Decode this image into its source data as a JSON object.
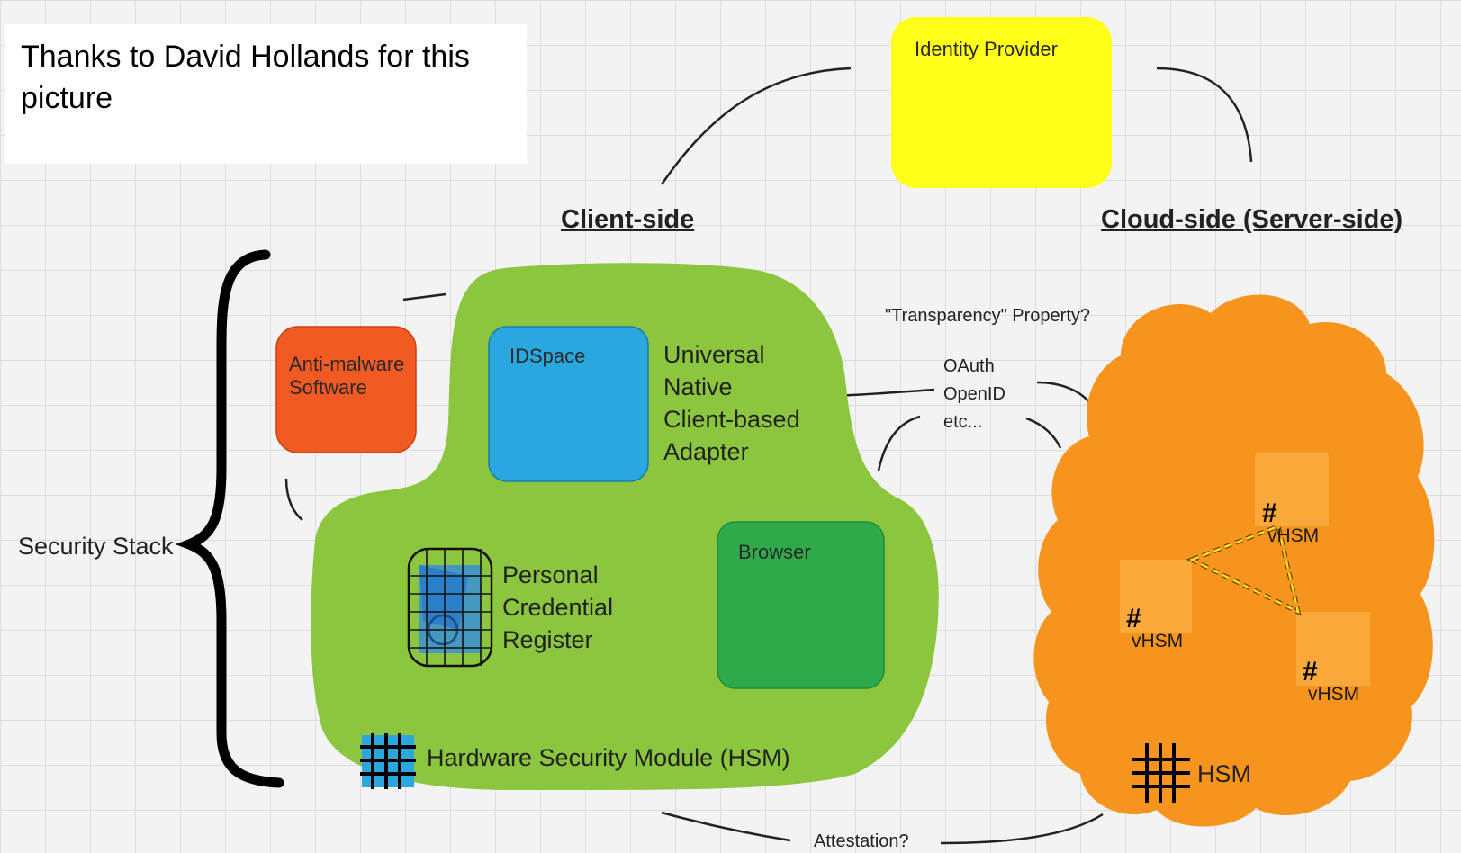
{
  "credit": "Thanks to David Hollands for this picture",
  "headings": {
    "client": "Client-side",
    "cloud": "Cloud-side (Server-side)"
  },
  "identity_provider": "Identity Provider",
  "security_stack": "Security Stack",
  "anti_malware": "Anti-malware Software",
  "idspace": "IDSpace",
  "adapter": [
    "Universal",
    "Native",
    "Client-based",
    "Adapter"
  ],
  "browser": "Browser",
  "credential_register": [
    "Personal",
    "Credential",
    "Register"
  ],
  "client_hsm": "Hardware Security Module (HSM)",
  "transparency": "\"Transparency\" Property?",
  "protocols": [
    "OAuth",
    "OpenID",
    "etc..."
  ],
  "cloud_hsm": "HSM",
  "vhsm_symbol": "#",
  "vhsm_label": "vHSM",
  "attestation": "Attestation?",
  "colors": {
    "identity_provider": "#ffff1a",
    "client_area": "#8cc63f",
    "anti_malware": "#f25a23",
    "idspace": "#2aa7df",
    "browser": "#2eaa4a",
    "cloud": "#f7941d",
    "vhsm": "#f9a83a"
  }
}
